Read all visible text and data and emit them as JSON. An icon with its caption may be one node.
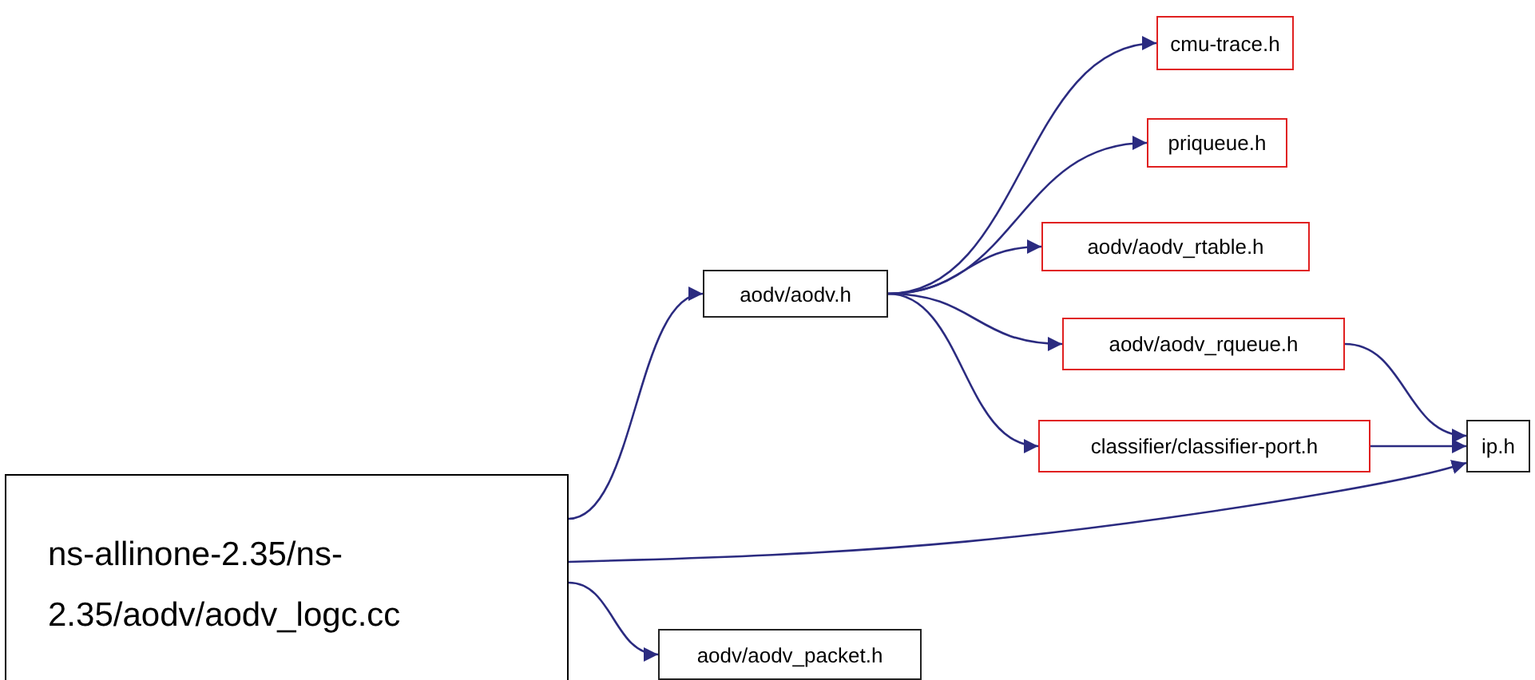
{
  "diagram": {
    "nodes": [
      {
        "text": [
          "ns-allinone-2.35/ns- 2.35/aodv/aodv_logc.cc"
        ]
      },
      {
        "text": [
          "aodv/aodv.h"
        ]
      },
      {
        "text": [
          "cmu-trace.h"
        ]
      },
      {
        "text": [
          "priqueue.h"
        ]
      },
      {
        "text": [
          "aodv/aodv_rtable.h"
        ]
      },
      {
        "text": [
          "aodv/aodv_rqueue.h"
        ]
      },
      {
        "text": [
          "classifier/classifier-port.h"
        ]
      },
      {
        "text": [
          "ip.h"
        ]
      },
      {
        "text": [
          "aodv/aodv_packet.h"
        ]
      }
    ],
    "edges": [
      {
        "from": 0,
        "to": 1,
        "arrow": "to"
      },
      {
        "from": 1,
        "to": 2,
        "arrow": "to"
      },
      {
        "from": 1,
        "to": 3,
        "arrow": "to"
      },
      {
        "from": 1,
        "to": 4,
        "arrow": "to"
      },
      {
        "from": 1,
        "to": 5,
        "arrow": "to"
      },
      {
        "from": 1,
        "to": 6,
        "arrow": "to"
      },
      {
        "from": 5,
        "to": 7,
        "arrow": "to"
      },
      {
        "from": 6,
        "to": 7,
        "arrow": "to"
      },
      {
        "from": 0,
        "to": 7,
        "arrow": "to"
      },
      {
        "from": 0,
        "to": 8,
        "arrow": "to"
      }
    ]
  }
}
